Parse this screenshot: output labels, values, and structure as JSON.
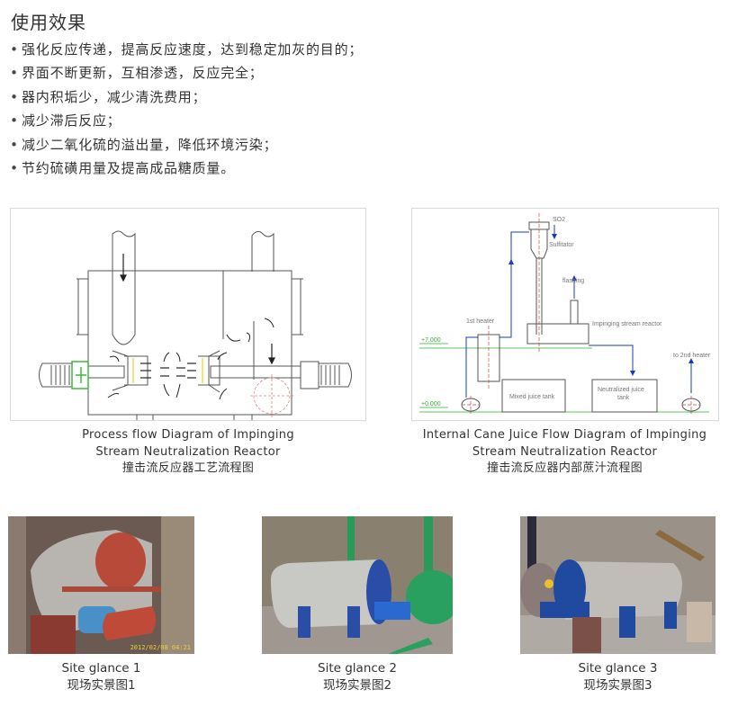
{
  "section": {
    "title": "使用效果",
    "bullet_symbol": "•",
    "bullets": [
      "强化反应传递，提高反应速度，达到稳定加灰的目的；",
      "界面不断更新，互相渗透，反应完全；",
      "器内积垢少，减少清洗费用；",
      "减少滞后反应；",
      "减少二氧化硫的溢出量，降低环境污染；",
      "节约硫磺用量及提高成品糖质量。"
    ]
  },
  "diagrams": [
    {
      "caption_en_line1": "Process flow Diagram of Impinging",
      "caption_en_line2": "Stream Neutralization Reactor",
      "caption_zh": "撞击流反应器工艺流程图"
    },
    {
      "caption_en_line1": "Internal Cane Juice Flow Diagram of Impinging",
      "caption_en_line2": "Stream Neutralization Reactor",
      "caption_zh": "撞击流反应器内部蔗汁流程图",
      "labels": {
        "so2": "SO2",
        "sulfitator": "Sulfitator",
        "flashing": "flashing",
        "reactor": "Impinging stream reactor",
        "heater1": "1st heater",
        "level_high": "+7.000",
        "level_low": "+0.000",
        "mixed_tank": "Mixed juice tank",
        "neutral_tank_1": "Neutralized juice",
        "neutral_tank_2": "tank",
        "to_heater2": "to 2nd heater"
      }
    }
  ],
  "photos": [
    {
      "caption_en": "Site glance 1",
      "caption_zh": "现场实景图1",
      "timestamp": "2012/02/08 04:21"
    },
    {
      "caption_en": "Site glance 2",
      "caption_zh": "现场实景图2"
    },
    {
      "caption_en": "Site glance 3",
      "caption_zh": "现场实景图3"
    }
  ],
  "colors": {
    "text": "#333333",
    "diagram_line": "#555555",
    "flow_arrow": "#1a3bb5",
    "ground_line": "#5cc45c",
    "centerline": "#d04040"
  }
}
